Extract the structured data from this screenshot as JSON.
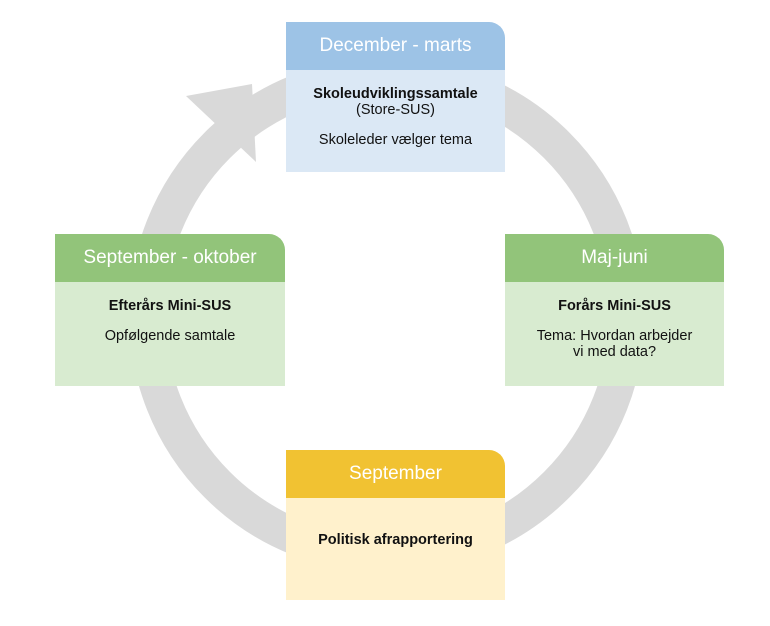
{
  "colors": {
    "ring": "#d9d9d9",
    "blue_header": "#9dc3e6",
    "blue_body": "#dbe8f5",
    "green_header": "#92c47a",
    "green_body": "#d8ebd0",
    "yellow_header": "#f1c232",
    "yellow_body": "#fff1cc"
  },
  "cards": {
    "december_marts": {
      "header": "December - marts",
      "title": "Skoleudviklingssamtale",
      "subtitle": "(Store-SUS)",
      "note": "Skoleleder vælger tema"
    },
    "september_oktober": {
      "header": "September - oktober",
      "title": "Efterårs Mini-SUS",
      "note": "Opfølgende samtale"
    },
    "maj_juni": {
      "header": "Maj-juni",
      "title": "Forårs Mini-SUS",
      "note_line1": "Tema: Hvordan arbejder",
      "note_line2": "vi med data?"
    },
    "september": {
      "header": "September",
      "title": "Politisk afrapportering"
    }
  }
}
